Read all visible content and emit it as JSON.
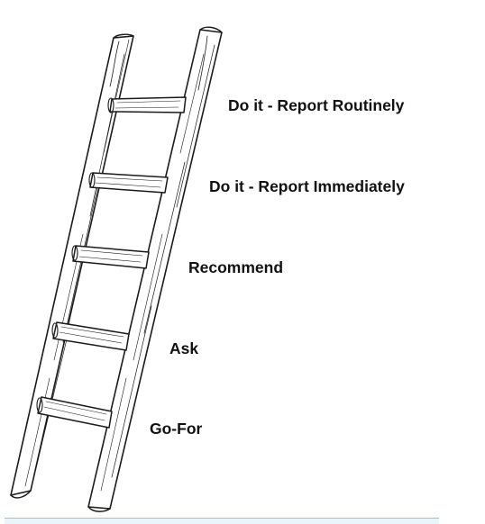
{
  "labels": [
    "Do it - Report Routinely",
    "Do it - Report Immediately",
    "Recommend",
    "Ask",
    "Go-For"
  ]
}
